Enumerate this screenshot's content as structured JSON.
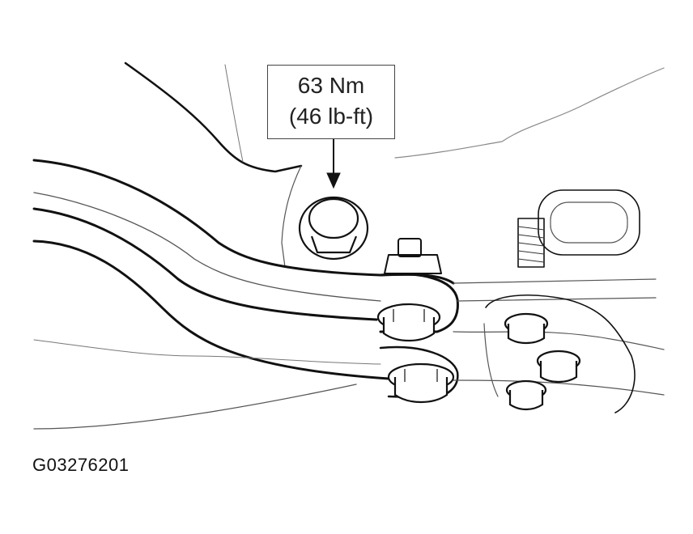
{
  "callout": {
    "torque_metric": "63 Nm",
    "torque_imperial": "(46 lb-ft)"
  },
  "figure_id": "G03276201"
}
